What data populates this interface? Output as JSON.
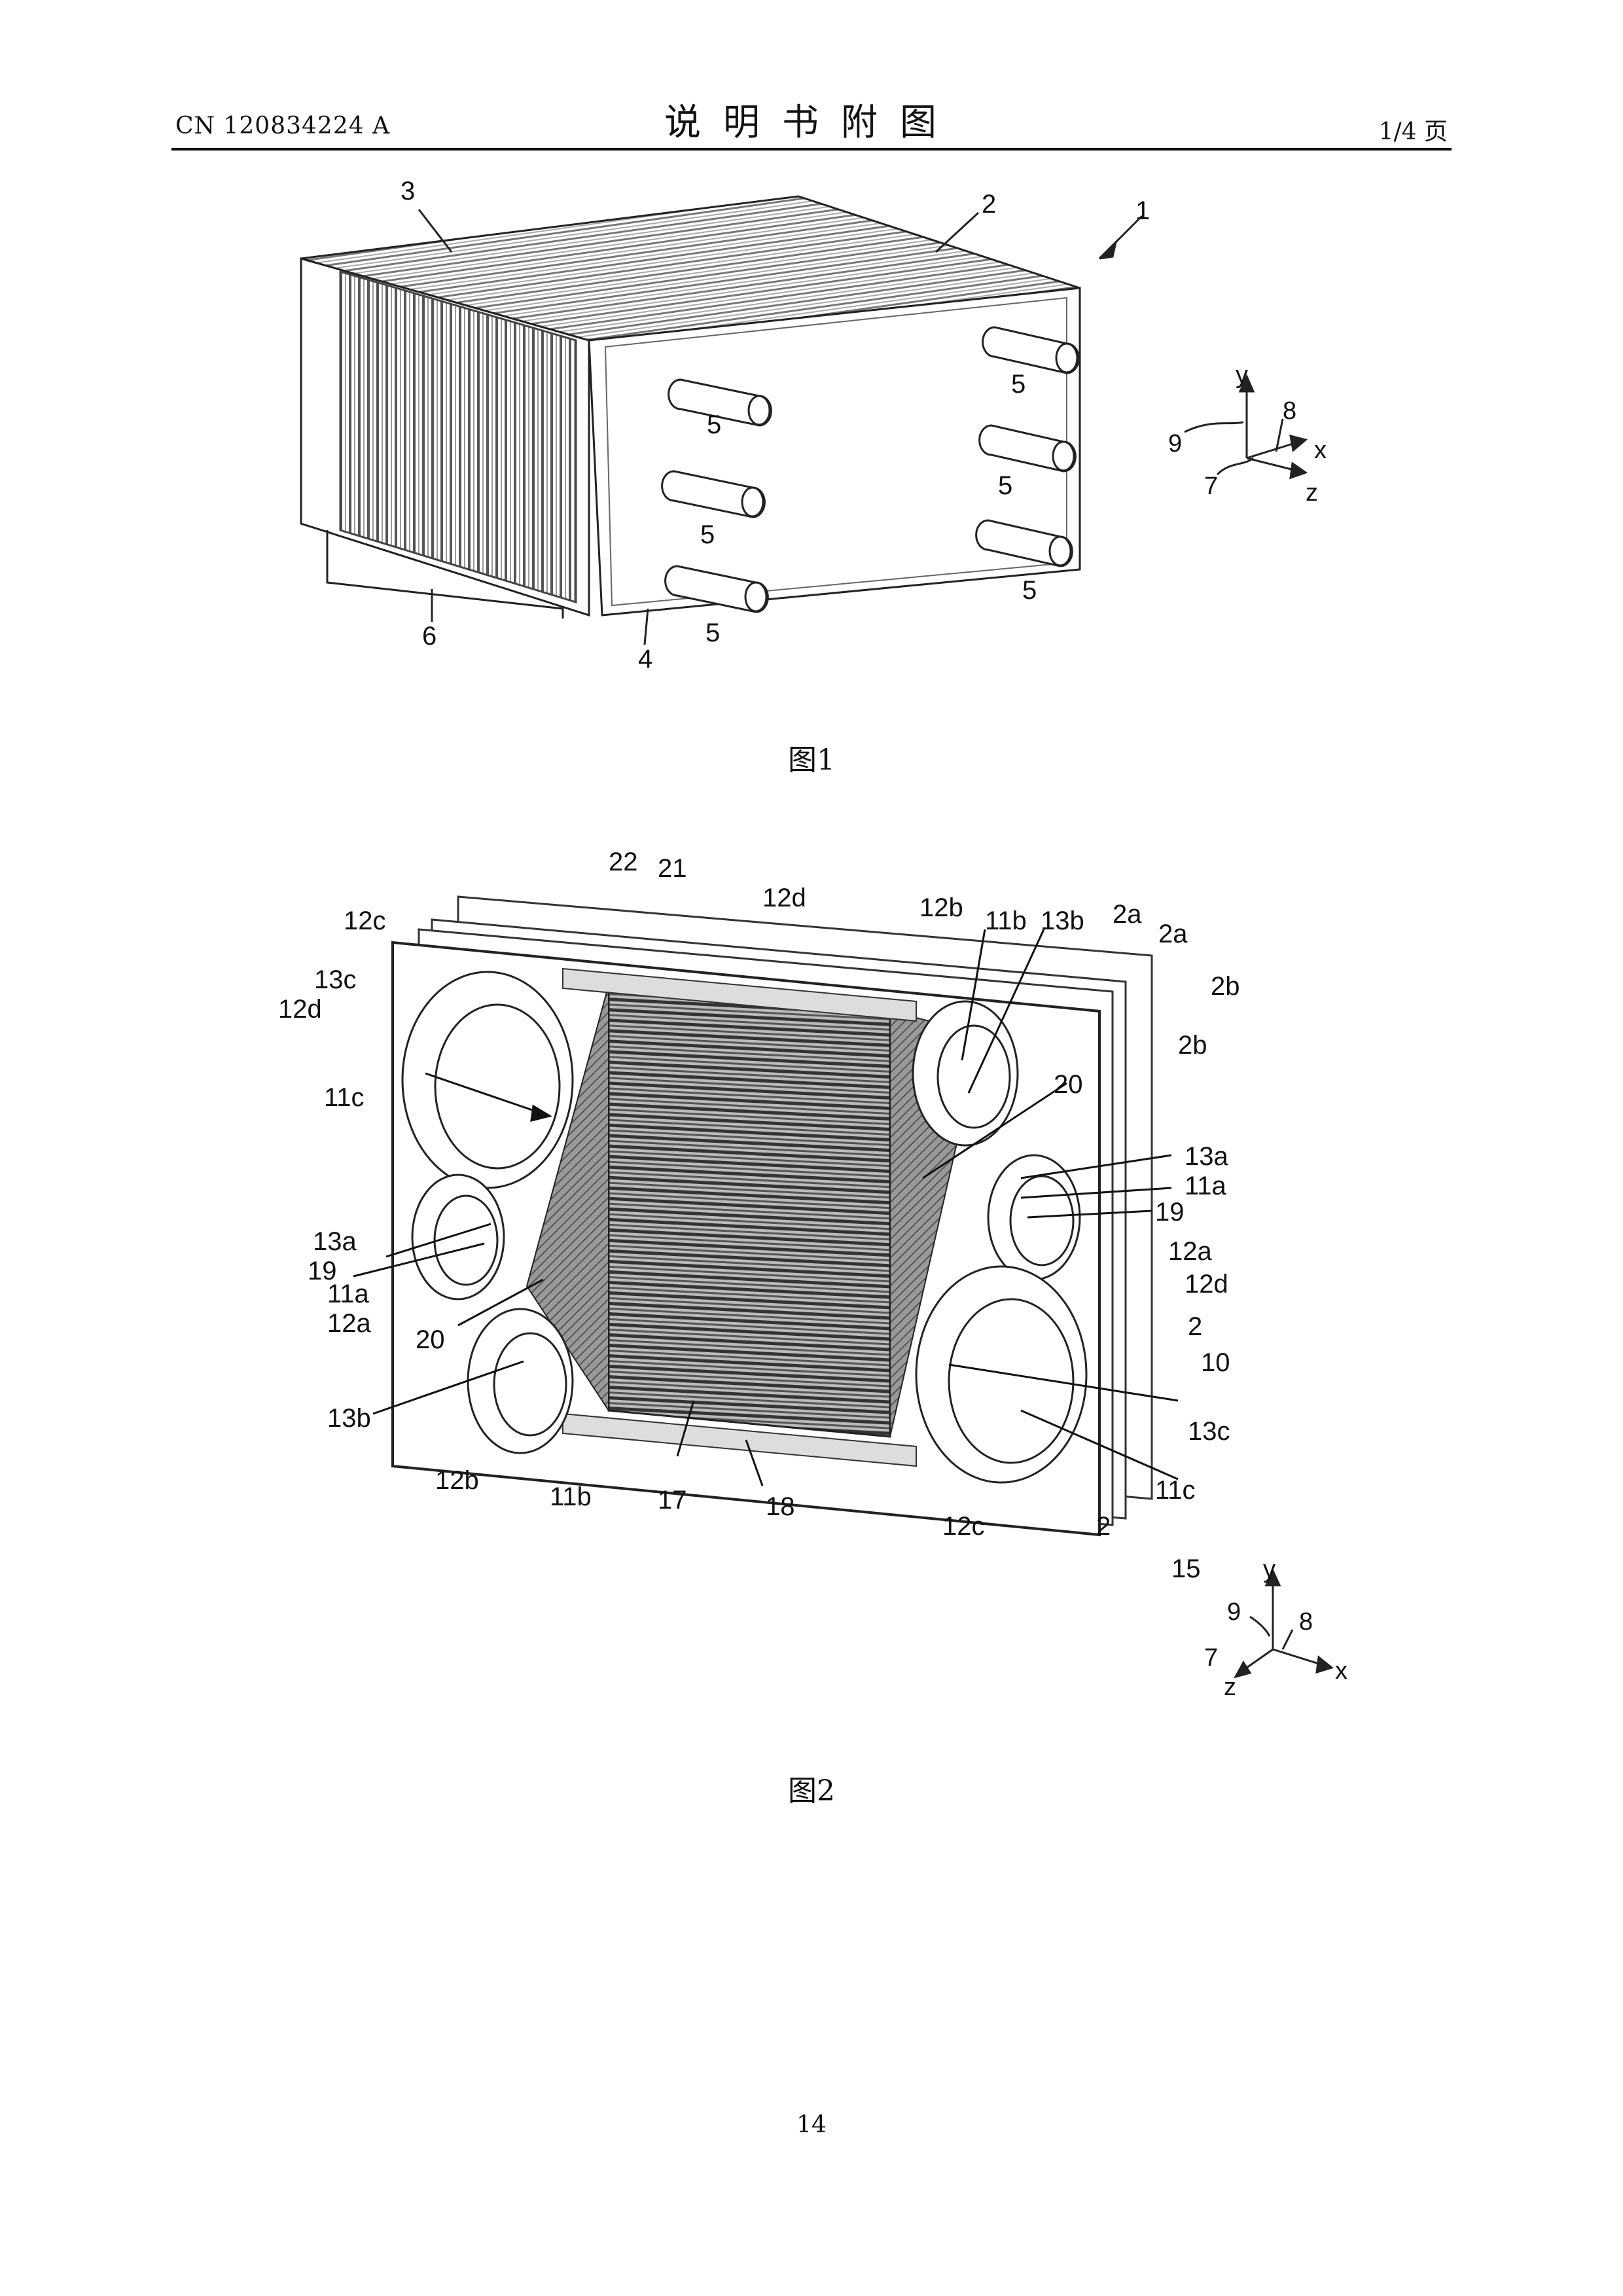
{
  "header": {
    "publication_number": "CN 120834224 A",
    "title": "说明书附图",
    "page_of": "1/4 页"
  },
  "figure1": {
    "caption": "图1",
    "labels": {
      "device": "1",
      "plates": "2",
      "top_plate": "3",
      "end_plate": "4",
      "port": "5",
      "stack": "6",
      "axis_7": "7",
      "axis_8": "8",
      "axis_9": "9",
      "axis_x": "x",
      "axis_y": "y",
      "axis_z": "z"
    }
  },
  "figure2": {
    "caption": "图2",
    "labels": {
      "l12c": "12c",
      "l13c": "13c",
      "l12d": "12d",
      "l11c": "11c",
      "l22": "22",
      "l21": "21",
      "l12b": "12b",
      "l11b": "11b",
      "l13b": "13b",
      "l2a": "2a",
      "l2b": "2b",
      "l20": "20",
      "l13a": "13a",
      "l11a": "11a",
      "l19": "19",
      "l12a": "12a",
      "l2": "2",
      "l10": "10",
      "l17": "17",
      "l18": "18",
      "l15": "15",
      "axis_7": "7",
      "axis_8": "8",
      "axis_9": "9",
      "axis_x": "x",
      "axis_y": "y",
      "axis_z": "z"
    }
  },
  "footer": {
    "page_number": "14"
  }
}
